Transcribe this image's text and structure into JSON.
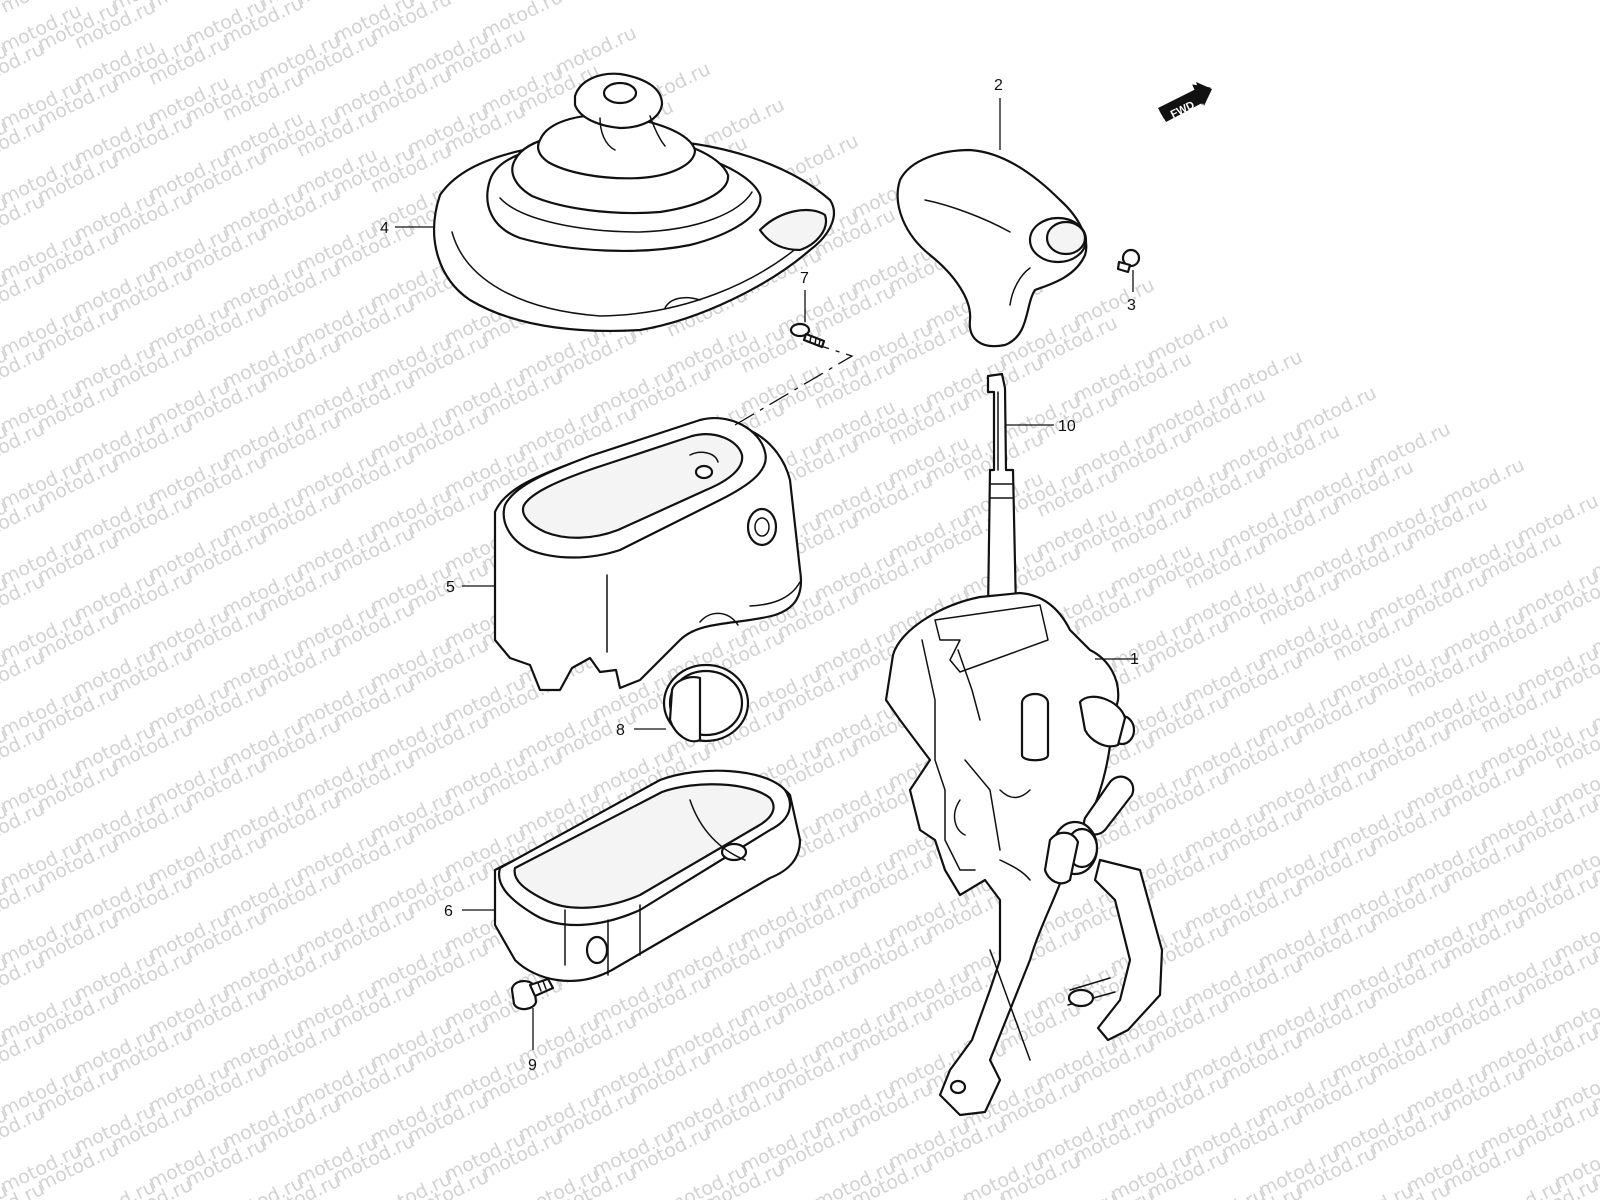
{
  "watermark": "motod.ru",
  "fwd_label": "FWD",
  "callouts": {
    "c1": "1",
    "c2": "2",
    "c3": "3",
    "c4": "4",
    "c5": "5",
    "c6": "6",
    "c7": "7",
    "c8": "8",
    "c9": "9",
    "c10": "10"
  }
}
